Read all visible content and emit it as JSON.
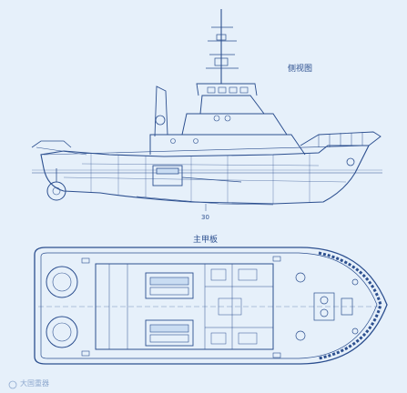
{
  "labels": {
    "side_view": "侧视图",
    "main_deck": "主甲板",
    "frame_marker": "30",
    "watermark": "大国重器"
  },
  "colors": {
    "background": "#e6f0fa",
    "line": "#2c4f8f",
    "fill_light": "#c9dcf2"
  },
  "icons": {
    "watermark_icon": "circle-logo-icon"
  }
}
